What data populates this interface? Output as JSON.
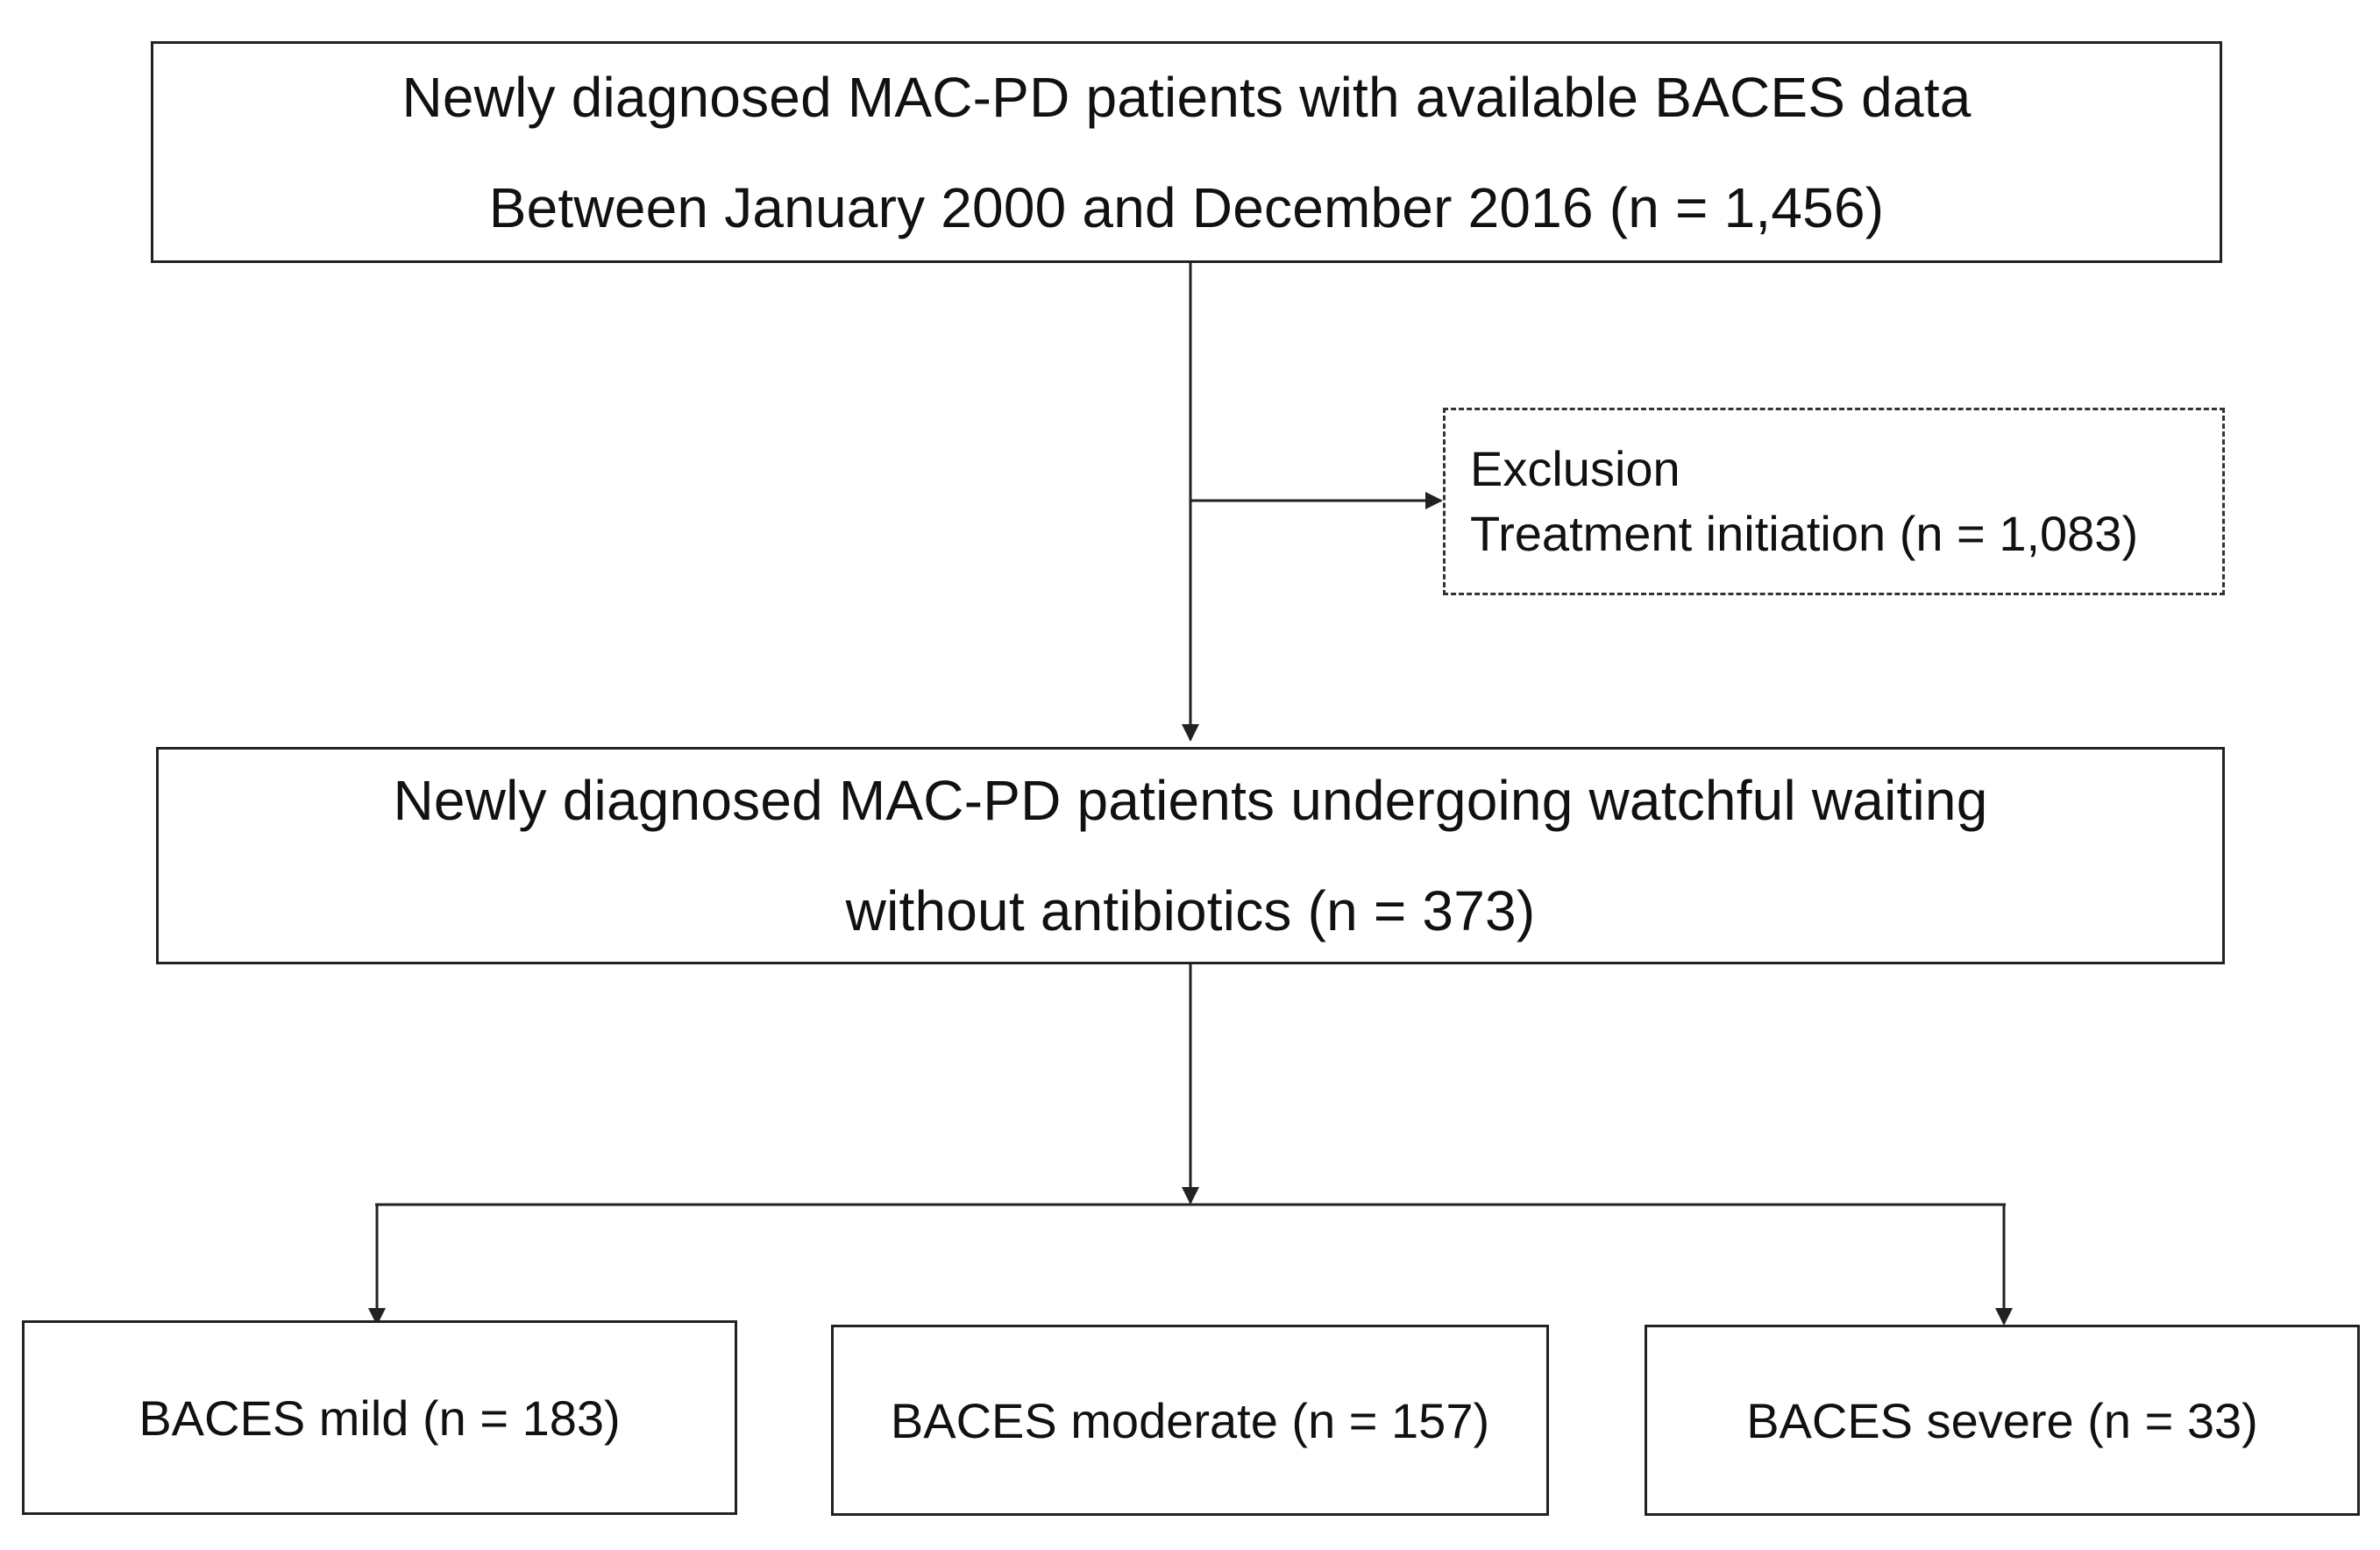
{
  "top_box": {
    "line1": "Newly diagnosed MAC-PD  patients with available BACES  data",
    "line2": "Between January 2000 and December 2016 (n = 1,456)"
  },
  "exclusion_box": {
    "title": "Exclusion",
    "detail": "Treatment initiation (n = 1,083)"
  },
  "middle_box": {
    "line1": "Newly diagnosed MAC-PD  patients undergoing watchful waiting",
    "line2": "without antibiotics (n = 373)"
  },
  "groups": [
    {
      "label": "BACES mild  (n = 183)"
    },
    {
      "label": "BACES moderate  (n = 157)"
    },
    {
      "label": "BACES severe (n = 33)"
    }
  ]
}
